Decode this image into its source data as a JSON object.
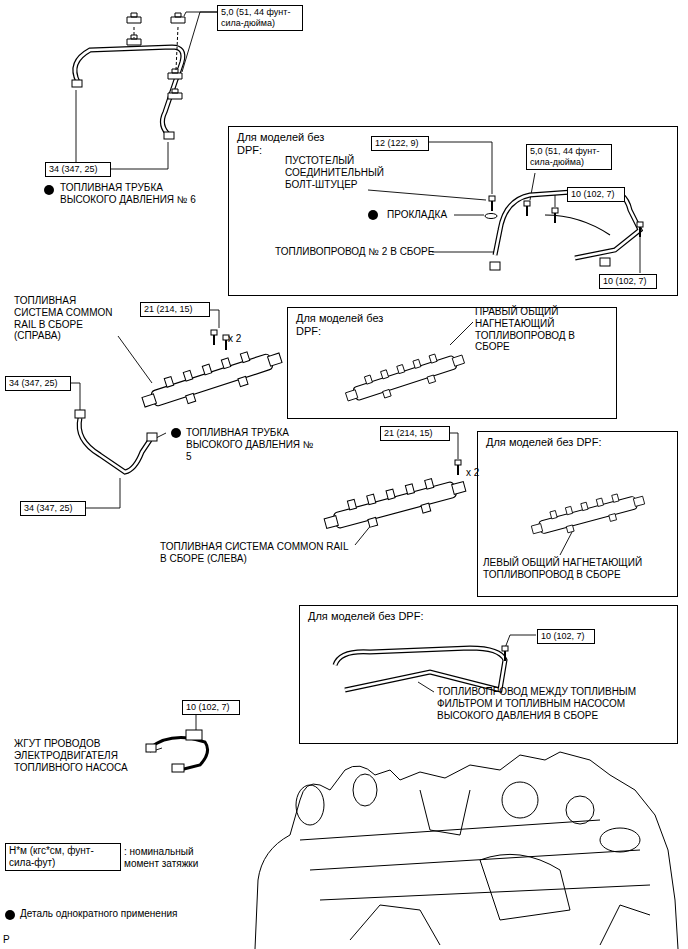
{
  "diagram": {
    "nodes": [
      {
        "text": [
          "5,0 (51, 44 фунт-сила-дюйма)"
        ]
      },
      {
        "text": [
          "34 (347, 25)"
        ]
      },
      {
        "text": [
          "Для моделей без DPF:"
        ]
      },
      {
        "text": [
          "12 (122, 9)"
        ],
        "in": 2
      },
      {
        "text": [
          "5,0 (51, 44 фунт-сила-дюйма)"
        ],
        "in": 2
      },
      {
        "text": [
          "10 (102, 7)"
        ],
        "in": 2
      },
      {
        "text": [
          "10 (102, 7)"
        ],
        "in": 2
      },
      {
        "text": [
          "21 (214, 15)"
        ]
      },
      {
        "text": [
          "Для моделей без DPF:"
        ]
      },
      {
        "text": [
          "34 (347, 25)"
        ]
      },
      {
        "text": [
          "21 (214, 15)"
        ]
      },
      {
        "text": [
          "Для моделей без DPF:"
        ]
      },
      {
        "text": [
          "34 (347, 25)"
        ]
      },
      {
        "text": [
          "Для моделей без DPF:"
        ]
      },
      {
        "text": [
          "10 (102, 7)"
        ],
        "in": 13
      },
      {
        "text": [
          "10 (102, 7)"
        ]
      },
      {
        "text": [
          "Н*м (кгс*см, фунт-сила-фут)"
        ]
      }
    ],
    "labels": [
      "ТОПЛИВНАЯ ТРУБКА ВЫСОКОГО ДАВЛЕНИЯ № 6",
      "ПУСТОТЕЛЫЙ СОЕДИНИТЕЛЬНЫЙ БОЛТ-ШТУЦЕР",
      "ПРОКЛАДКА",
      "ТОПЛИВОПРОВОД № 2 В СБОРЕ",
      "ТОПЛИВНАЯ СИСТЕМА COMMON RAIL В СБОРЕ (СПРАВА)",
      "x 2",
      "ПРАВЫЙ ОБЩИЙ НАГНЕТАЮЩИЙ ТОПЛИВОПРОВОД В СБОРЕ",
      "ТОПЛИВНАЯ ТРУБКА ВЫСОКОГО ДАВЛЕНИЯ № 5",
      "x 2",
      "ТОПЛИВНАЯ СИСТЕМА COMMON RAIL В СБОРЕ (СЛЕВА)",
      "ЛЕВЫЙ ОБЩИЙ НАГНЕТАЮЩИЙ ТОПЛИВОПРОВОД В СБОРЕ",
      "ТОПЛИВОПРОВОД МЕЖДУ ТОПЛИВНЫМ ФИЛЬТРОМ И ТОПЛИВНЫМ НАСОСОМ ВЫСОКОГО ДАВЛЕНИЯ В СБОРЕ",
      "ЖГУТ ПРОВОДОВ ЭЛЕКТРОДВИГАТЕЛЯ ТОПЛИВНОГО НАСОСА",
      ": номинальный момент затяжки",
      "P"
    ],
    "legend": [
      {
        "text": "Деталь однократного применения"
      }
    ]
  }
}
